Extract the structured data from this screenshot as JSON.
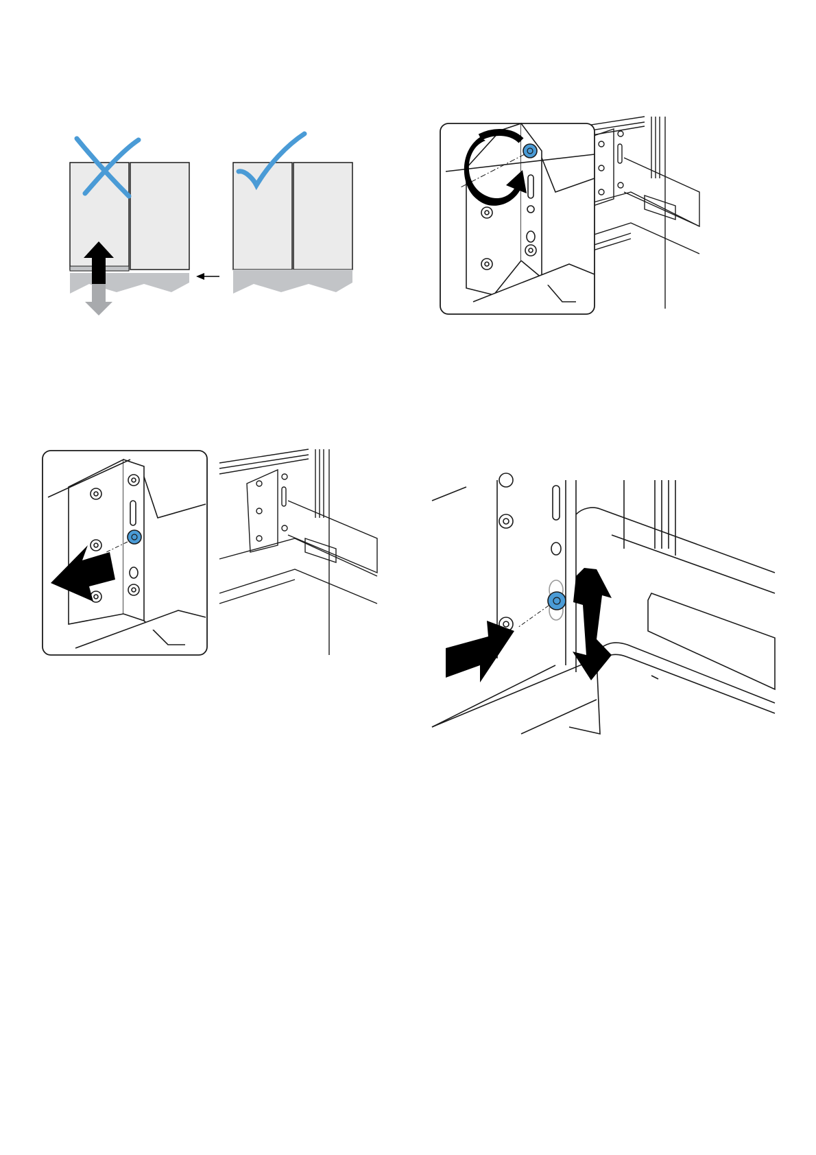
{
  "colors": {
    "accent_blue": "#4a9bd6",
    "panel_gray": "#ebebeb",
    "floor_gray": "#c2c4c7",
    "line": "#1a1a1a",
    "ghost_arrow": "#a8aaad"
  },
  "figures": [
    {
      "id": "fig1",
      "icons": [
        "cross-mark-icon",
        "check-mark-icon",
        "arrow-up-icon",
        "arrow-down-icon",
        "arrow-left-icon"
      ]
    },
    {
      "id": "fig2",
      "icons": [
        "rotate-arrow-icon",
        "screw-icon"
      ]
    },
    {
      "id": "fig3",
      "icons": [
        "arrow-pull-icon",
        "screw-icon"
      ]
    },
    {
      "id": "fig4",
      "icons": [
        "arrow-push-icon",
        "double-arrow-vertical-icon",
        "screw-icon"
      ]
    }
  ]
}
